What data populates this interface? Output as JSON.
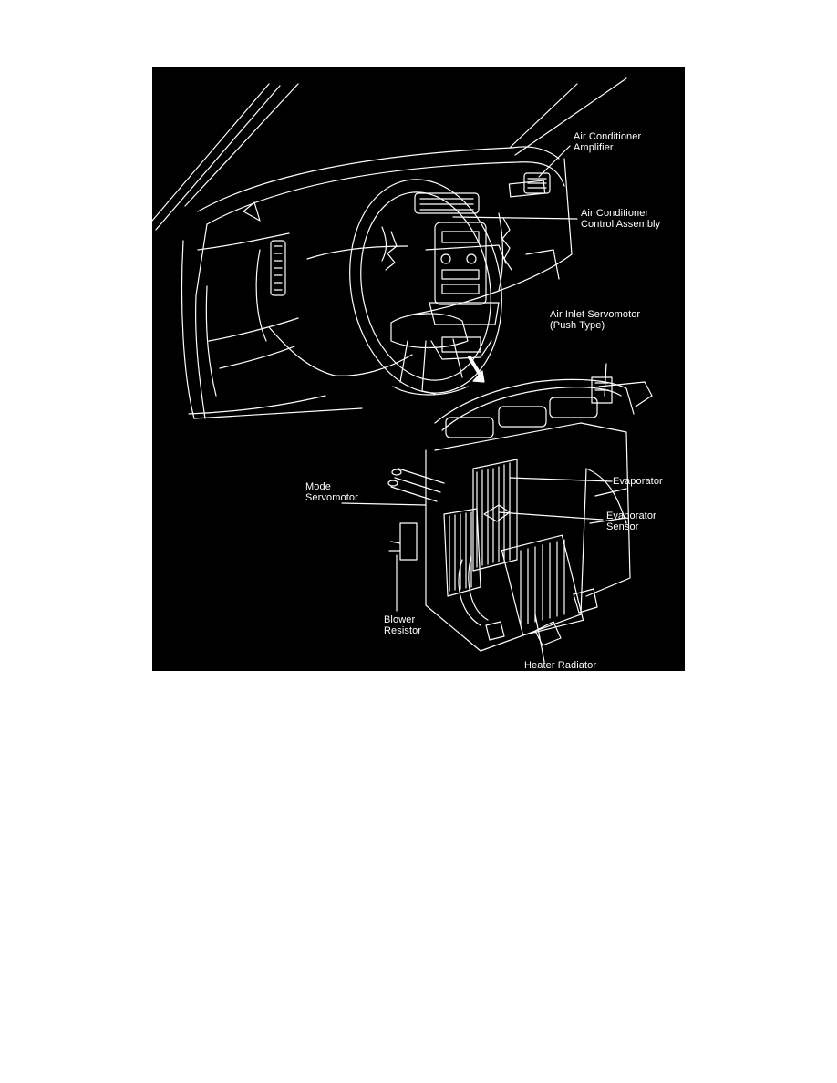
{
  "colors": {
    "page_background": "#ffffff",
    "figure_background": "#000000",
    "linework": "#ffffff"
  },
  "callouts": {
    "ac_amplifier": {
      "line1": "Air Conditioner",
      "line2": "Amplifier"
    },
    "ac_control_assembly": {
      "line1": "Air Conditioner",
      "line2": "Control Assembly"
    },
    "air_inlet_servomotor": {
      "line1": "Air Inlet Servomotor",
      "line2": "(Push Type)"
    },
    "evaporator": {
      "line1": "Evaporator"
    },
    "evaporator_sensor": {
      "line1": "Evaporator",
      "line2": "Sensor"
    },
    "mode_servomotor": {
      "line1": "Mode",
      "line2": "Servomotor"
    },
    "blower_resistor": {
      "line1": "Blower",
      "line2": "Resistor"
    },
    "heater_radiator": {
      "line1": "Heater Radiator"
    }
  }
}
